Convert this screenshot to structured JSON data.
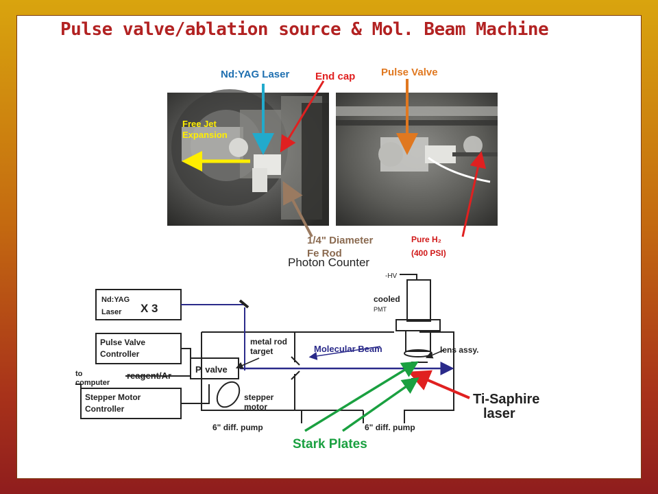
{
  "slide": {
    "title": "Pulse valve/ablation source & Mol. Beam Machine"
  },
  "photo_left": {
    "labels": {
      "ndyag_laser": "Nd:YAG  Laser",
      "end_cap": "End cap",
      "free_jet_line1": "Free Jet",
      "free_jet_line2": "Expansion",
      "rod_line1": "1/4\" Diameter",
      "rod_line2": "Fe Rod"
    }
  },
  "photo_right": {
    "labels": {
      "pulse_valve": "Pulse Valve",
      "pure_h2": "Pure H₂",
      "pressure": "(400 PSI)"
    }
  },
  "schematic": {
    "photon_counter": "Photon Counter",
    "hv": "-HV",
    "cooled": "cooled",
    "pmt": "PMT",
    "ndyag_box_line1": "Nd:YAG",
    "ndyag_box_line2": "Laser",
    "x3": "X 3",
    "pulse_valve_controller_line1": "Pulse Valve",
    "pulse_valve_controller_line2": "Controller",
    "stepper_controller_line1": "Stepper Motor",
    "stepper_controller_line2": "Controller",
    "to_computer_line1": "to",
    "to_computer_line2": "computer",
    "reagent": "reagent/Ar",
    "p_valve": "P. valve",
    "metal_rod_line1": "metal rod",
    "metal_rod_line2": "target",
    "molecular_beam": "Molecular Beam",
    "lens_assy": "lens assy.",
    "stepper_motor_line1": "stepper",
    "stepper_motor_line2": "motor",
    "diff_pump_left": "6\" diff. pump",
    "diff_pump_right": "6\" diff. pump",
    "ti_saphire_line1": "Ti-Saphire",
    "ti_saphire_line2": "laser",
    "stark_plates": "Stark Plates"
  },
  "colors": {
    "title": "#b22222",
    "cyan_arrow": "#22aacc",
    "red_arrow": "#e02020",
    "orange_arrow": "#e07820",
    "yellow_label": "#ffee00",
    "brown_arrow": "#9a7a60",
    "beam": "#2a2a8a",
    "green": "#1aa040"
  }
}
